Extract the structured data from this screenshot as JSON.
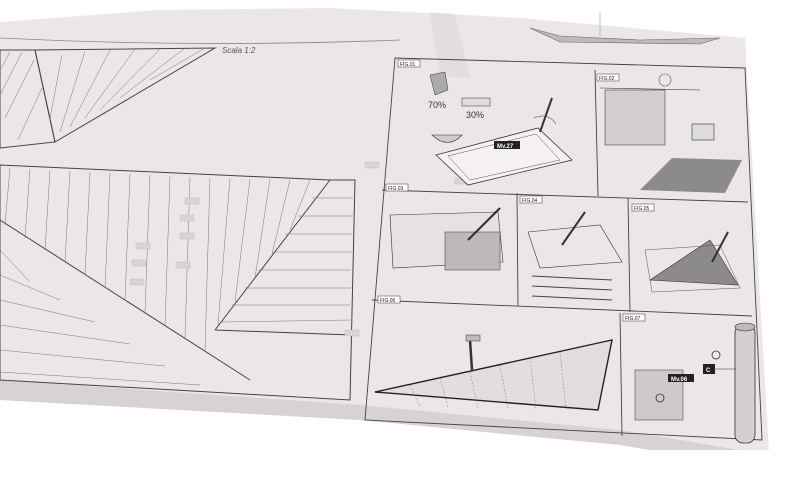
{
  "sheet": {
    "scale_label": "Scala 1:2"
  },
  "figures": {
    "fig01": {
      "tag": "FIG.01",
      "percent_a": "70%",
      "percent_b": "30%",
      "code": "Mv.27"
    },
    "fig02": {
      "tag": "FIG.02"
    },
    "fig03": {
      "tag": "FIG.03"
    },
    "fig04": {
      "tag": "FIG.04"
    },
    "fig05": {
      "tag": "FIG.05"
    },
    "fig06": {
      "tag": "FIG.06"
    },
    "fig07": {
      "tag": "FIG.07",
      "code": "Mv.06",
      "callout": "C"
    }
  },
  "colors": {
    "paper": "#ece6ea",
    "paper_shade": "#ddd6db",
    "line": "#3a3a3a",
    "table_gray": "#8c8a8d",
    "background": "#ffffff"
  }
}
